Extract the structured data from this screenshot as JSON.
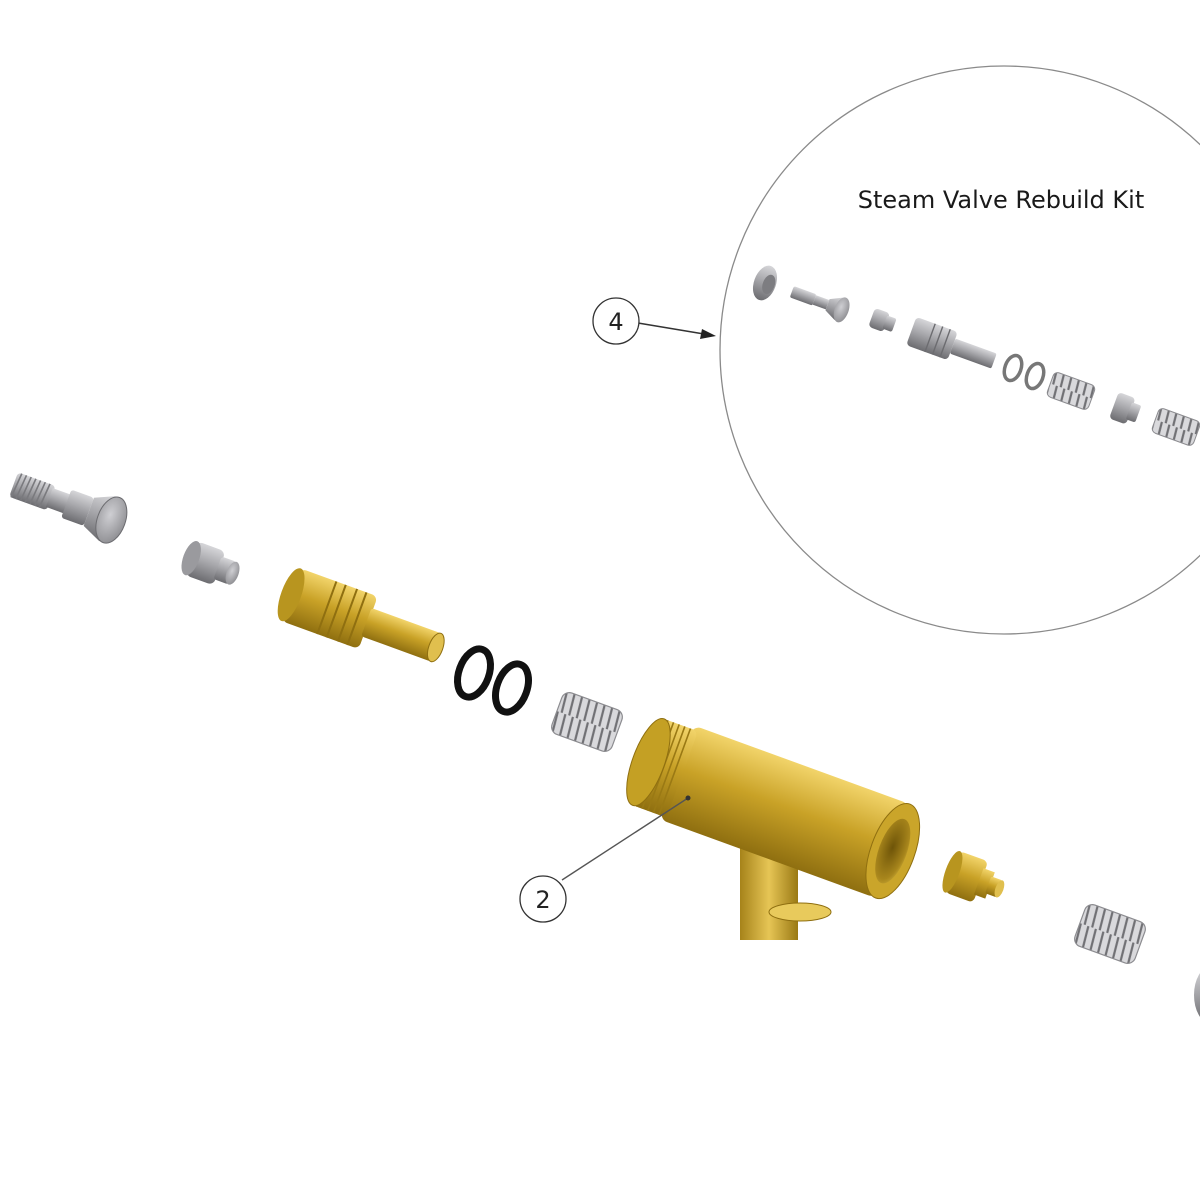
{
  "kit_title": "Steam Valve Rebuild Kit",
  "callouts": [
    {
      "id": "kit",
      "label": "4"
    },
    {
      "id": "body",
      "label": "2"
    }
  ],
  "colors": {
    "brass": "#c9a227",
    "brass_dark": "#8f6f10",
    "steel": "#a9a9ad",
    "steel_dark": "#6c6c70",
    "oring": "#111111",
    "line": "#555555"
  }
}
